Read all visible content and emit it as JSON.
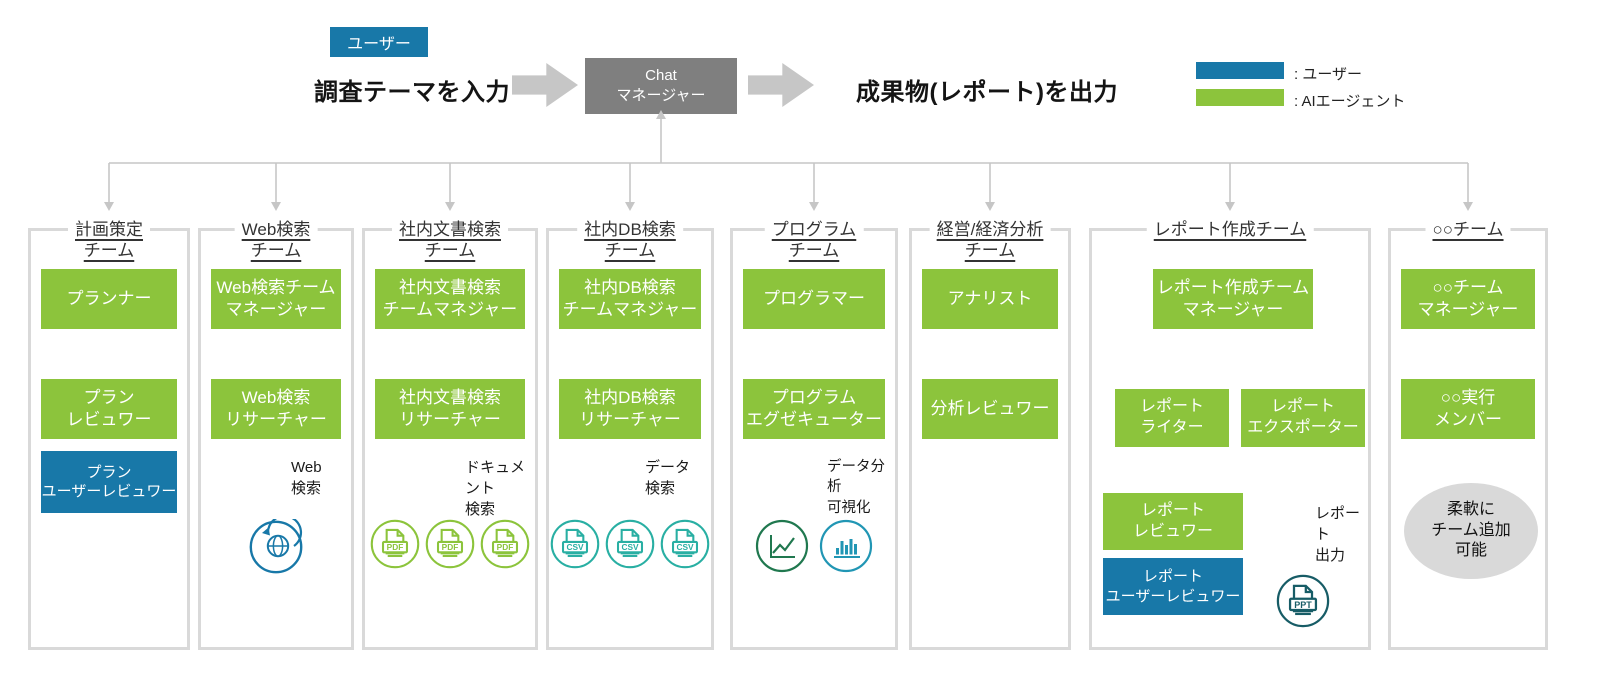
{
  "header": {
    "user_chip": "ユーザー",
    "input_label": "調査テーマを入力",
    "chat_box": "Chat\nマネージャー",
    "output_label": "成果物(レポート)を出力"
  },
  "legend": {
    "user_label": ": ユーザー",
    "agent_label": ": AIエージェント"
  },
  "colors": {
    "user_blue": "#1878A8",
    "agent_green": "#8CC43C",
    "chat_gray": "#7F7F7F",
    "wire_gray": "#C6C6C6",
    "arrow_gray": "#A9A9A9",
    "panel_border": "#D9D9D9",
    "note_gray": "#D9D9D9",
    "globe_icon": "#1878A8",
    "pdf_icon": "#8CC43C",
    "csv_icon": "#29AFA3",
    "line_chart_icon": "#20784F",
    "bar_chart_icon": "#2196B4",
    "ppt_icon": "#175C66"
  },
  "icon_labels": {
    "pdf": "PDF",
    "csv": "CSV",
    "ppt": "PPT"
  },
  "teams": [
    {
      "title": "計画策定\nチーム",
      "boxes": [
        {
          "label": "プランナー"
        },
        {
          "label": "プラン\nレビュワー"
        },
        {
          "label": "プラン\nユーザーレビュワー"
        }
      ]
    },
    {
      "title": "Web検索\nチーム",
      "boxes": [
        {
          "label": "Web検索チーム\nマネージャー"
        },
        {
          "label": "Web検索\nリサーチャー"
        }
      ],
      "tool_label": "Web\n検索",
      "icons": [
        "globe-search"
      ]
    },
    {
      "title": "社内文書検索\nチーム",
      "boxes": [
        {
          "label": "社内文書検索\nチームマネジャー"
        },
        {
          "label": "社内文書検索\nリサーチャー"
        }
      ],
      "tool_label": "ドキュメント\n検索",
      "icons": [
        "pdf-file",
        "pdf-file",
        "pdf-file"
      ]
    },
    {
      "title": "社内DB検索\nチーム",
      "boxes": [
        {
          "label": "社内DB検索\nチームマネジャー"
        },
        {
          "label": "社内DB検索\nリサーチャー"
        }
      ],
      "tool_label": "データ\n検索",
      "icons": [
        "csv-file",
        "csv-file",
        "csv-file"
      ]
    },
    {
      "title": "プログラム\nチーム",
      "boxes": [
        {
          "label": "プログラマー"
        },
        {
          "label": "プログラム\nエグゼキューター"
        }
      ],
      "tool_label": "データ分析\n可視化",
      "icons": [
        "line-chart",
        "bar-chart"
      ]
    },
    {
      "title": "経営/経済分析\nチーム",
      "boxes": [
        {
          "label": "アナリスト"
        },
        {
          "label": "分析レビュワー"
        }
      ]
    },
    {
      "title": "レポート作成チーム",
      "boxes": [
        {
          "label": "レポート作成チーム\nマネージャー"
        },
        {
          "label": "レポート\nライター"
        },
        {
          "label": "レポート\nエクスポーター"
        },
        {
          "label": "レポート\nレビュワー"
        },
        {
          "label": "レポート\nユーザーレビュワー"
        }
      ],
      "tool_label": "レポート\n出力",
      "icons": [
        "ppt-file"
      ]
    },
    {
      "title": "○○チーム",
      "boxes": [
        {
          "label": "○○チーム\nマネージャー"
        },
        {
          "label": "○○実行\nメンバー"
        }
      ],
      "note": "柔軟に\nチーム追加\n可能"
    }
  ]
}
